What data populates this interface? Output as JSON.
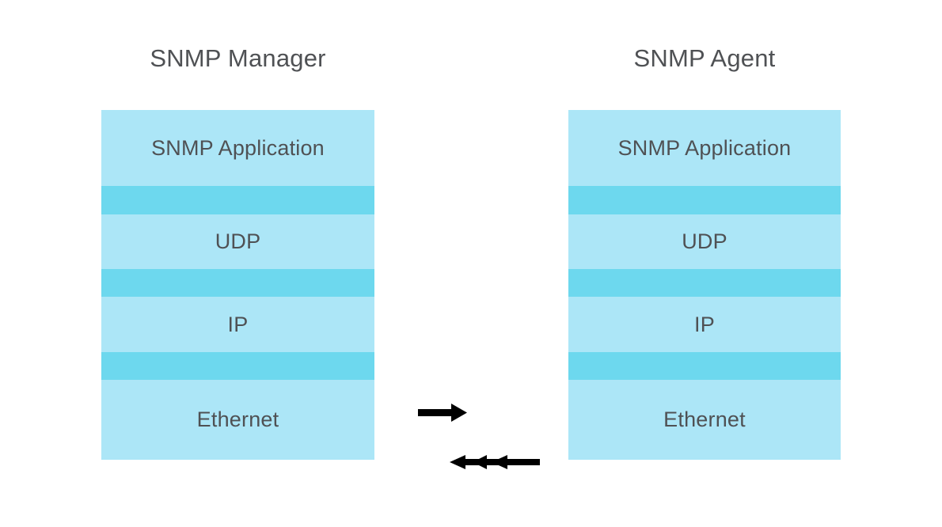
{
  "diagram": {
    "title_left": "SNMP Manager",
    "title_right": "SNMP Agent",
    "background_color": "#ffffff",
    "text_color": "#4f5154",
    "layer_light_color": "#ace6f7",
    "layer_dark_color": "#6dd8ee",
    "arrow_color": "#000000"
  },
  "stacks": [
    {
      "name": "snmp-manager",
      "title": "SNMP Manager",
      "layers": [
        {
          "label": "SNMP Application",
          "shade": "light"
        },
        {
          "label": "",
          "shade": "dark"
        },
        {
          "label": "UDP",
          "shade": "light"
        },
        {
          "label": "",
          "shade": "dark"
        },
        {
          "label": "IP",
          "shade": "light"
        },
        {
          "label": "",
          "shade": "dark"
        },
        {
          "label": "Ethernet",
          "shade": "light"
        }
      ]
    },
    {
      "name": "snmp-agent",
      "title": "SNMP Agent",
      "layers": [
        {
          "label": "SNMP Application",
          "shade": "light"
        },
        {
          "label": "",
          "shade": "dark"
        },
        {
          "label": "UDP",
          "shade": "light"
        },
        {
          "label": "",
          "shade": "dark"
        },
        {
          "label": "IP",
          "shade": "light"
        },
        {
          "label": "",
          "shade": "dark"
        },
        {
          "label": "Ethernet",
          "shade": "light"
        }
      ]
    }
  ],
  "arrows": [
    {
      "name": "arrow-manager-to-agent",
      "direction": "right",
      "count": 1
    },
    {
      "name": "arrow-agent-to-manager",
      "direction": "left",
      "count": 3
    }
  ]
}
